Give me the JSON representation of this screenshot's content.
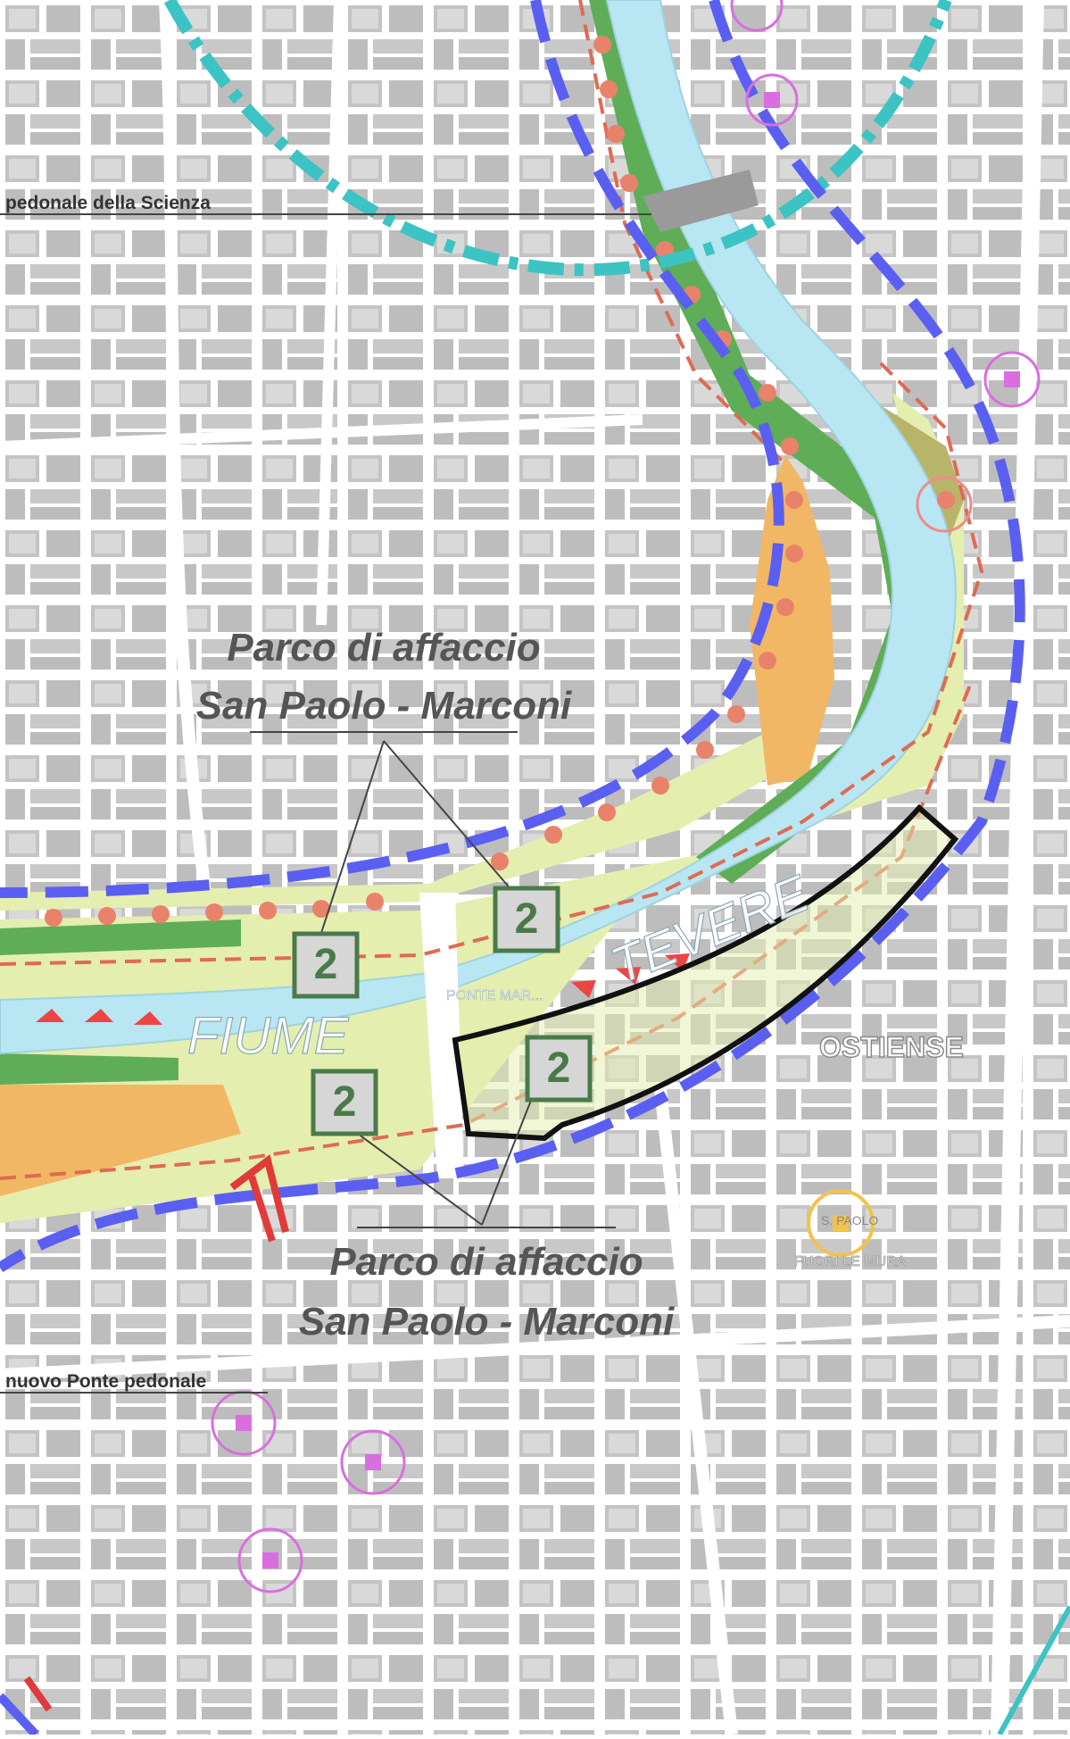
{
  "map": {
    "colors": {
      "background": "#e6e6e6",
      "street": "#ffffff",
      "block": "#bdbdbd",
      "river": "#b8e6f2",
      "park_light": "#e4eeaf",
      "park_green": "#5fae57",
      "park_orange": "#f2b765",
      "boundary_blue": "#5a5ff2",
      "cycle_teal": "#3cc3c4",
      "red_dash": "#e06a52",
      "poi": "#d96ee0"
    },
    "labels": {
      "park_top_line1": "Parco di affaccio",
      "park_top_line2": "San Paolo - Marconi",
      "park_bottom_line1": "Parco di affaccio",
      "park_bottom_line2": "San Paolo - Marconi",
      "bridge_top": "pedonale della Scienza",
      "bridge_bottom": "nuovo Ponte pedonale",
      "river_left": "FIUME",
      "river_right": "TEVERE",
      "ponte": "PONTE MAR...",
      "district": "OSTIENSE",
      "basilica_line1": "S. PAOLO",
      "basilica_line2": "FUORI LE MURA"
    },
    "zone_markers": [
      {
        "value": "2"
      },
      {
        "value": "2"
      },
      {
        "value": "2"
      },
      {
        "value": "2"
      }
    ],
    "icons": [
      "poi-marker-icon",
      "basilica-icon",
      "river-arrow-icon"
    ]
  }
}
